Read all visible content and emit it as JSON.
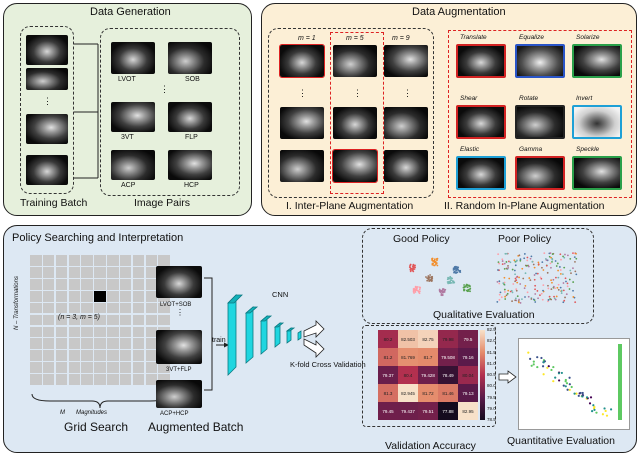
{
  "data_generation": {
    "title": "Data Generation",
    "training_batch": "Training Batch",
    "image_pairs": "Image Pairs",
    "pairs": [
      {
        "left": "LVOT",
        "right": "SOB"
      },
      {
        "left": "3VT",
        "right": "FLP"
      },
      {
        "left": "ACP",
        "right": "HCP"
      }
    ]
  },
  "data_augmentation": {
    "title": "Data Augmentation",
    "inter_plane": {
      "label": "I. Inter-Plane Augmentation",
      "columns": [
        "m = 1",
        "m = 5",
        "m = 9"
      ]
    },
    "random_in_plane": {
      "label": "II. Random In-Plane Augmentation",
      "ops": [
        {
          "name": "Translate",
          "color": "#d22222"
        },
        {
          "name": "Equalize",
          "color": "#2a55c8"
        },
        {
          "name": "Solarize",
          "color": "#2aa04a"
        },
        {
          "name": "Shear",
          "color": "#d22222"
        },
        {
          "name": "Rotate",
          "color": "#222222"
        },
        {
          "name": "Invert",
          "color": "#1ea0d6"
        },
        {
          "name": "Elastic",
          "color": "#1ea0d6"
        },
        {
          "name": "Gamma",
          "color": "#d22222"
        },
        {
          "name": "Speckle",
          "color": "#2aa04a"
        }
      ]
    }
  },
  "policy": {
    "title": "Policy Searching and Interpretation",
    "grid": {
      "y_axis": "N – Transformations",
      "x_axis_m": "M",
      "x_axis_label": "Magnitudes",
      "cell_label": "(n = 3, m = 5)",
      "caption": "Grid Search"
    },
    "augmented_batch": {
      "caption": "Augmented Batch",
      "items": [
        "LVOT+SOB",
        "3VT+FLP",
        "ACP+HCP"
      ],
      "train": "train"
    },
    "cnn": "CNN",
    "kfold": "K-fold Cross Validation",
    "qualitative": {
      "good": "Good Policy",
      "poor": "Poor Policy",
      "caption": "Qualitative Evaluation"
    },
    "validation": {
      "caption": "Validation Accuracy",
      "cells": [
        [
          "80.2",
          "82.503",
          "82.75",
          "79.98",
          "79.5"
        ],
        [
          "81.2",
          "81.769",
          "81.7",
          "79.508",
          "79.16"
        ],
        [
          "79.37",
          "80.4",
          "79.428",
          "78.49",
          "80.04"
        ],
        [
          "81.3",
          "82.945",
          "81.72",
          "81.46",
          "79.13"
        ],
        [
          "79.45",
          "79.437",
          "79.51",
          "77.88",
          "82.95"
        ]
      ],
      "colorbar_ticks": [
        "82.5",
        "82.0",
        "81.5",
        "81.0",
        "80.5",
        "80.0",
        "79.5",
        "79.0",
        "78.5"
      ]
    },
    "quantitative": {
      "caption": "Quantitative Evaluation"
    }
  },
  "colors": {
    "green_panel": "#e6f0dc",
    "orange_panel": "#fcefd6",
    "blue_panel": "#dde8f3",
    "cnn": "#1fd6e0"
  }
}
